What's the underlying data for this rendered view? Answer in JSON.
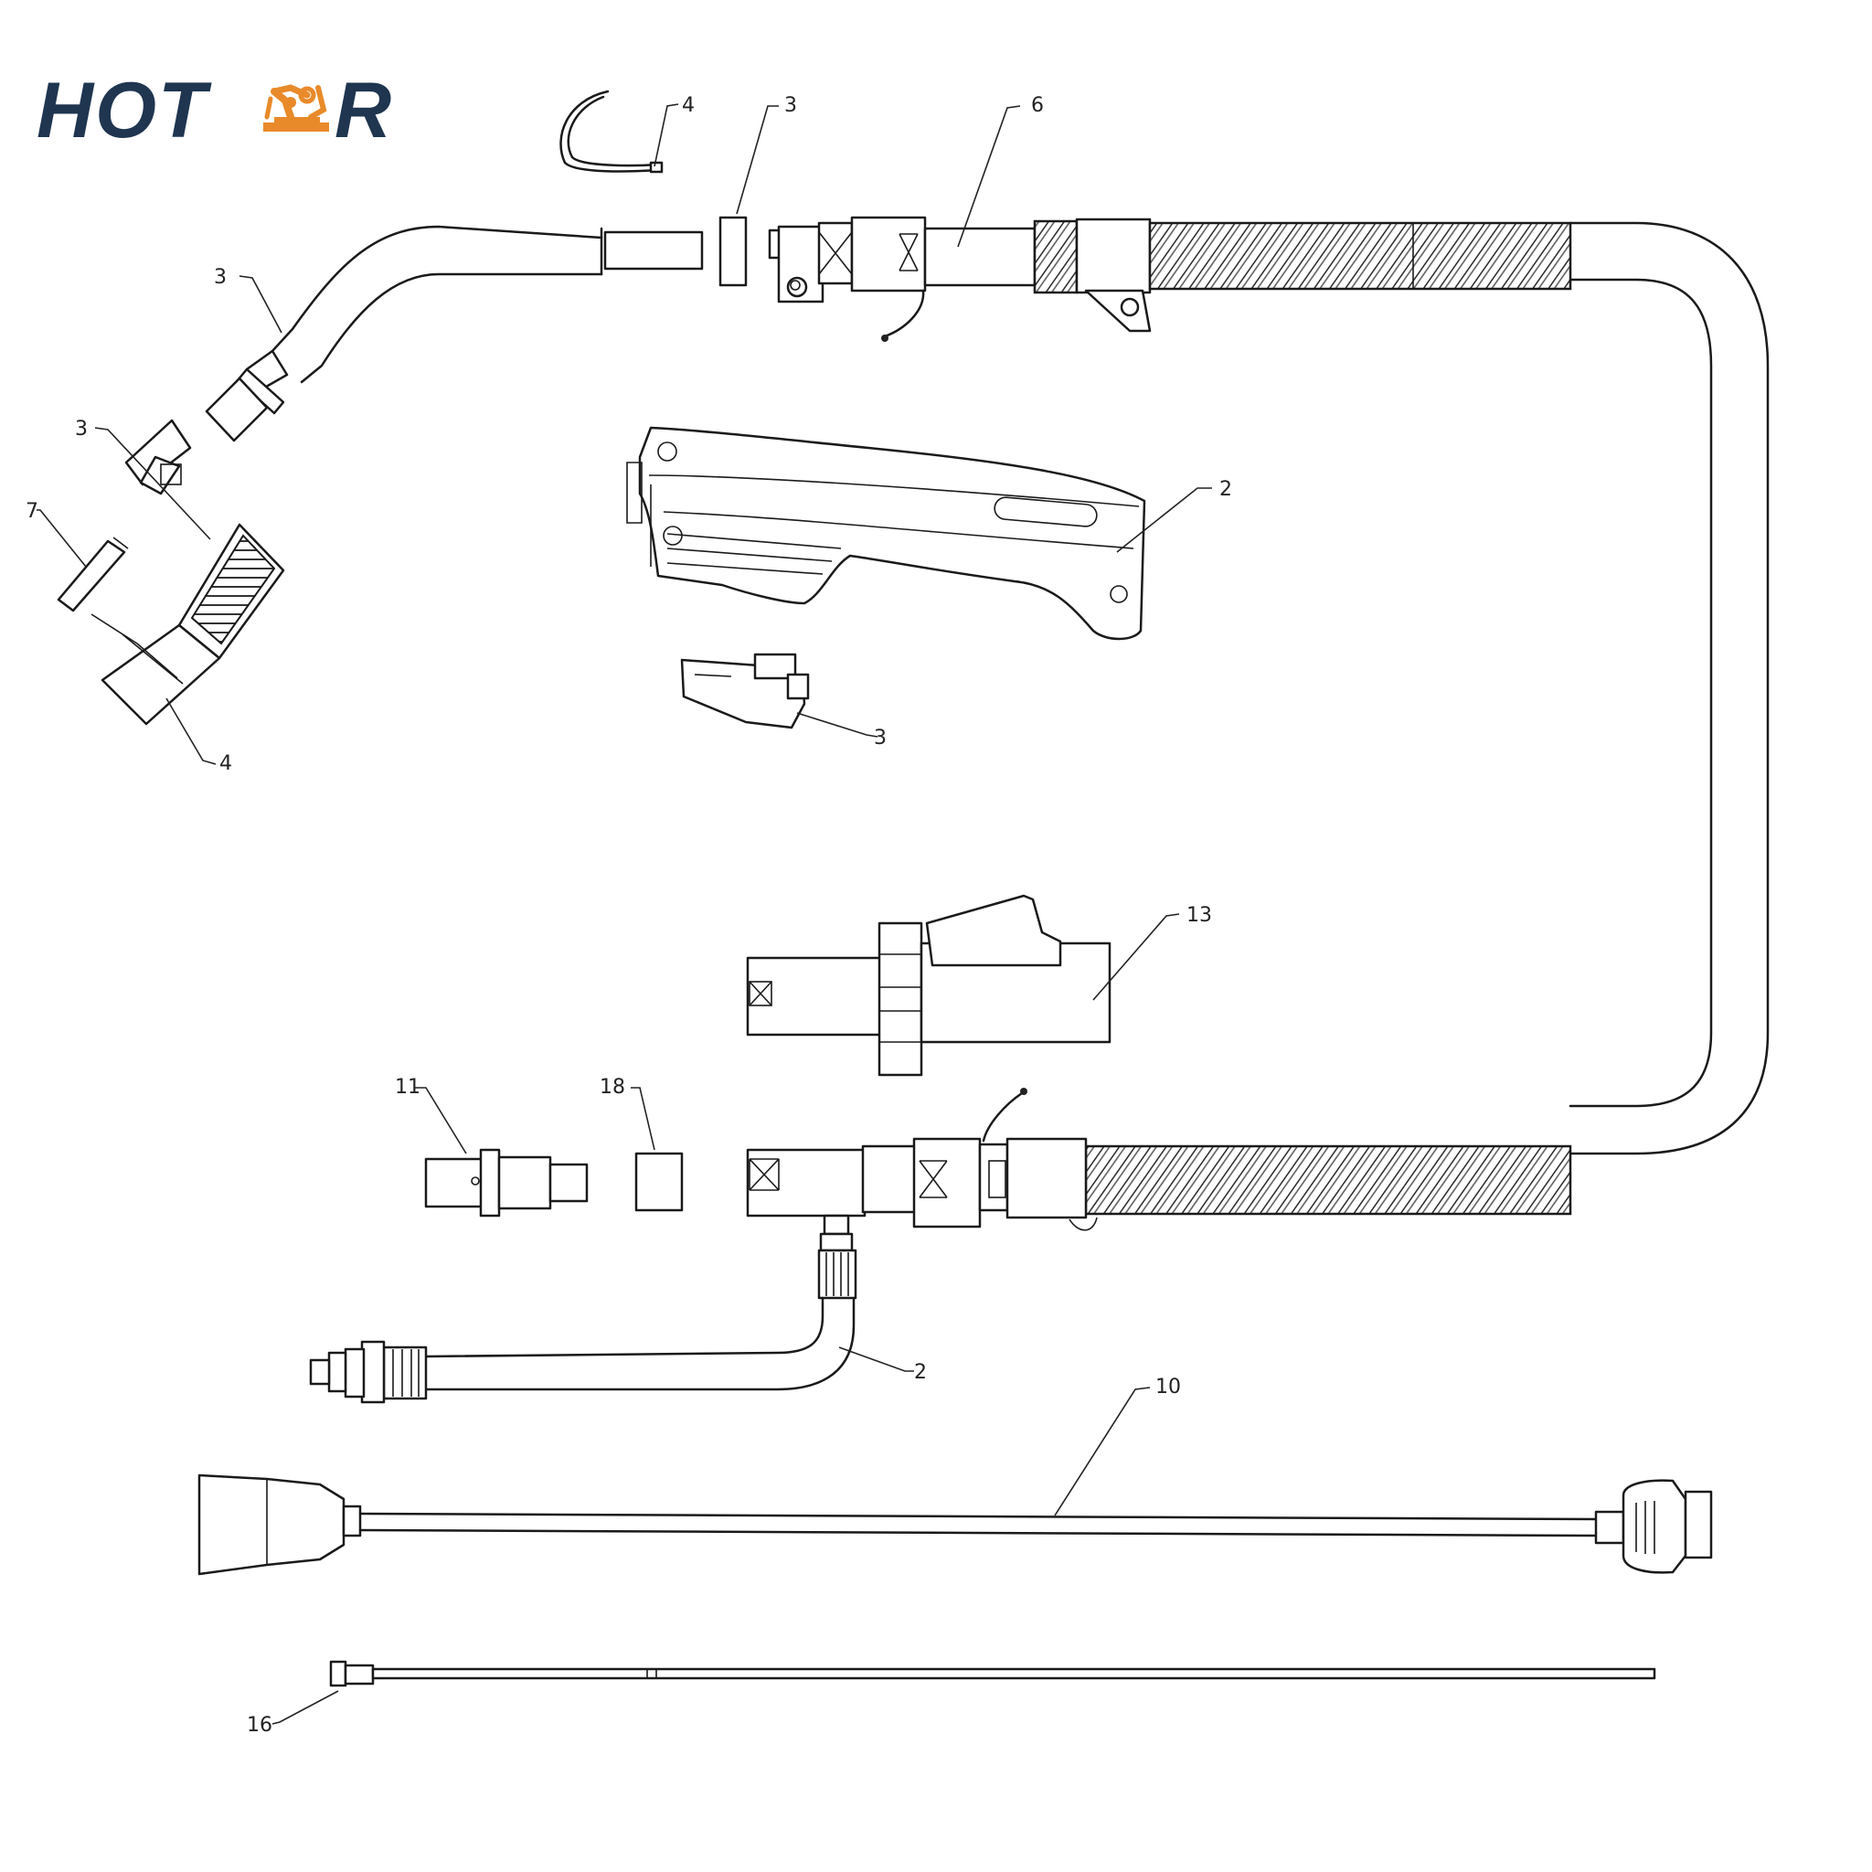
{
  "brand": {
    "logo_text_left": "HOT",
    "logo_text_right": "R",
    "text_color": "#1f3550",
    "accent_color": "#e98a2a",
    "logo_icon": "robot-arm-icon"
  },
  "callouts": [
    {
      "id": "c1",
      "label": "4"
    },
    {
      "id": "c2",
      "label": "3"
    },
    {
      "id": "c3",
      "label": "6"
    },
    {
      "id": "c4",
      "label": "3"
    },
    {
      "id": "c5",
      "label": "3"
    },
    {
      "id": "c6",
      "label": "7"
    },
    {
      "id": "c7",
      "label": "4"
    },
    {
      "id": "c8",
      "label": "2"
    },
    {
      "id": "c9",
      "label": "3"
    },
    {
      "id": "c10",
      "label": "13"
    },
    {
      "id": "c11",
      "label": "11"
    },
    {
      "id": "c12",
      "label": "18"
    },
    {
      "id": "c13",
      "label": "2"
    },
    {
      "id": "c14",
      "label": "10"
    },
    {
      "id": "c15",
      "label": "16"
    }
  ]
}
